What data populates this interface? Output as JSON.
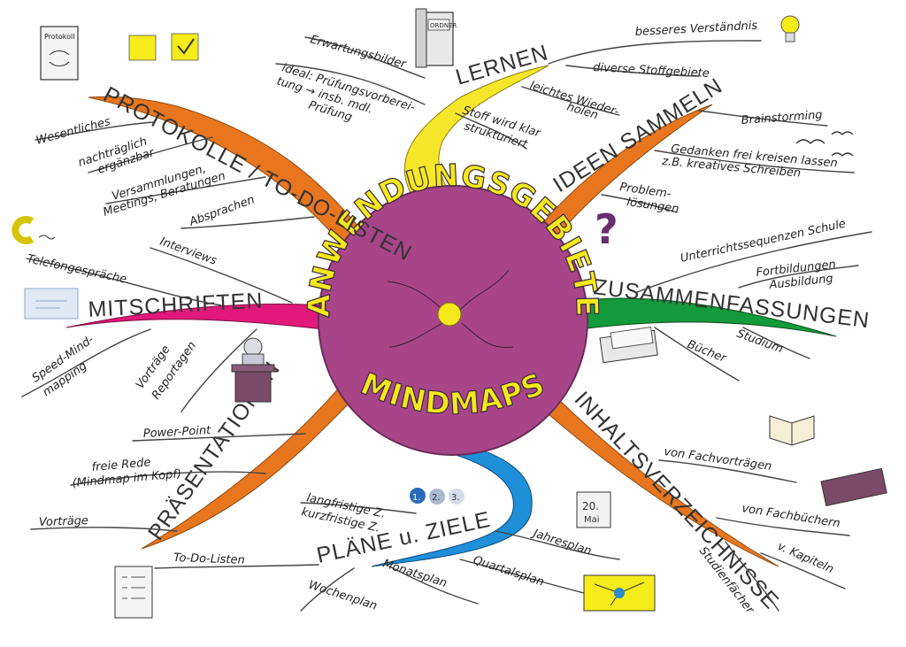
{
  "center": {
    "title_top": "ANWENDUNGSGEBIETE",
    "title_bottom": "MINDMAPS"
  },
  "branches": {
    "lernen": {
      "label": "LERNEN",
      "color": "#f6e72a",
      "items": [
        "Erwartungsbilder",
        "ideal: Prüfungsvorberei-",
        "tung → insb. mdl.",
        "Prüfung",
        "besseres Verständnis",
        "diverse Stoffgebiete",
        "leichtes Wieder-",
        "holen",
        "Stoff wird klar",
        "strukturiert"
      ]
    },
    "protokolle": {
      "label": "PROTOKOLLE / TO-DO-LISTEN",
      "color": "#e8761f",
      "items": [
        "Wesentliches",
        "nachträglich",
        "ergänzbar",
        "Versammlungen,",
        "Meetings, Beratungen",
        "Absprachen"
      ]
    },
    "ideen": {
      "label": "IDEEN SAMMELN",
      "color": "#e8761f",
      "items": [
        "Brainstorming",
        "Gedanken frei kreisen lassen",
        "z.B. kreatives Schreiben",
        "Problem-",
        "lösungen"
      ]
    },
    "mitschriften": {
      "label": "MITSCHRIFTEN",
      "color": "#e0197a",
      "items": [
        "Interviews",
        "Telefongespräche",
        "Speed-Mind-",
        "mapping",
        "Vorträge",
        "Reportagen"
      ]
    },
    "zusammenfassungen": {
      "label": "ZUSAMMENFASSUNGEN",
      "color": "#139a3a",
      "items": [
        "Unterrichtssequenzen Schule",
        "Fortbildungen",
        "Ausbildung",
        "Studium",
        "Bücher"
      ]
    },
    "praesentationen": {
      "label": "PRÄSENTATIONEN",
      "color": "#e8761f",
      "items": [
        "Power-Point",
        "freie Rede",
        "(Mindmap im Kopf)",
        "Vorträge"
      ]
    },
    "inhaltsverzeichnisse": {
      "label": "INHALTSVERZEICHNISSE",
      "color": "#e8761f",
      "items": [
        "von Fachvorträgen",
        "von Fachbüchern",
        "v. Kapiteln",
        "Studienfächer"
      ]
    },
    "plaene": {
      "label": "PLÄNE u. ZIELE",
      "color": "#1e8fd8",
      "items": [
        "langfristige Z.",
        "kurzfristige Z.",
        "Jahresplan",
        "Quartalsplan",
        "Monatsplan",
        "Wochenplan",
        "To-Do-Listen"
      ]
    }
  },
  "doodles": {
    "ordner": "ORDNER",
    "protokoll": "Protokoll",
    "calendar_day": "20.",
    "calendar_month": "Mai",
    "steps": [
      "1.",
      "2.",
      "3."
    ],
    "question": "?"
  },
  "colors": {
    "circle": "#a84589",
    "circle_edge": "#6a2c58",
    "title_fill": "#f4e81c",
    "sticky": "#f5ec1a"
  }
}
